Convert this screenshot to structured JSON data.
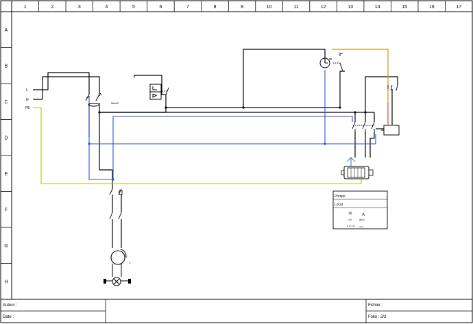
{
  "frame": {
    "columns": [
      "1",
      "2",
      "3",
      "4",
      "5",
      "6",
      "7",
      "8",
      "9",
      "10",
      "11",
      "12",
      "13",
      "14",
      "15",
      "16",
      "17"
    ],
    "rows": [
      "A",
      "B",
      "C",
      "D",
      "E",
      "F",
      "G",
      "H"
    ]
  },
  "terminals": {
    "l": "L",
    "n": "N",
    "pe": "PE"
  },
  "labels": {
    "contactor_ref": "5kw/A",
    "motor_mark": "1~"
  },
  "info_block": {
    "title": "Pompe",
    "location": "Local",
    "rating": "16",
    "unit": "A",
    "small_left": "4.5",
    "small_right": "aM-C",
    "cable": "3 G 1.5",
    "cable_unit": "mm²"
  },
  "footer": {
    "author_label": "Auteur :",
    "date_label": "Date :",
    "file_label": "Fichier :",
    "folio_label": "Folio : 2/3"
  },
  "colors": {
    "wire": "#000000",
    "control": "#2a4fd8",
    "earth": "#b3c400",
    "orange": "#e08a1e",
    "red": "#d8452a"
  }
}
